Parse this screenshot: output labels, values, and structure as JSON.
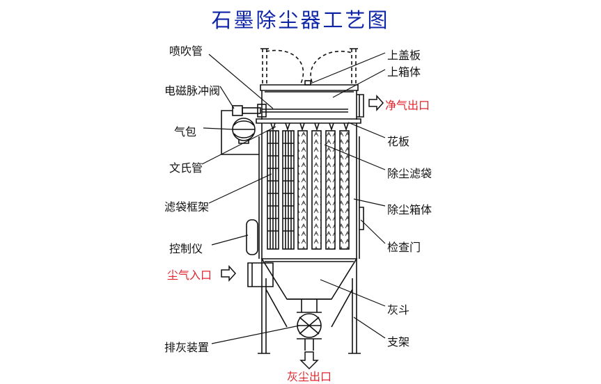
{
  "title": "石墨除尘器工艺图",
  "colors": {
    "title": "#0f25a8",
    "accent": "#e0262c",
    "line": "#111111"
  },
  "labels": {
    "left": [
      "喷吹管",
      "电磁脉冲阀",
      "气包",
      "文氏管",
      "滤袋框架",
      "控制仪",
      "排灰装置"
    ],
    "right": [
      "上盖板",
      "上箱体",
      "花板",
      "除尘滤袋",
      "除尘箱体",
      "检查门",
      "灰斗",
      "支架"
    ],
    "clean_gas_outlet": "净气出口",
    "dust_gas_inlet": "尘气入口",
    "ash_outlet": "灰尘出口"
  }
}
